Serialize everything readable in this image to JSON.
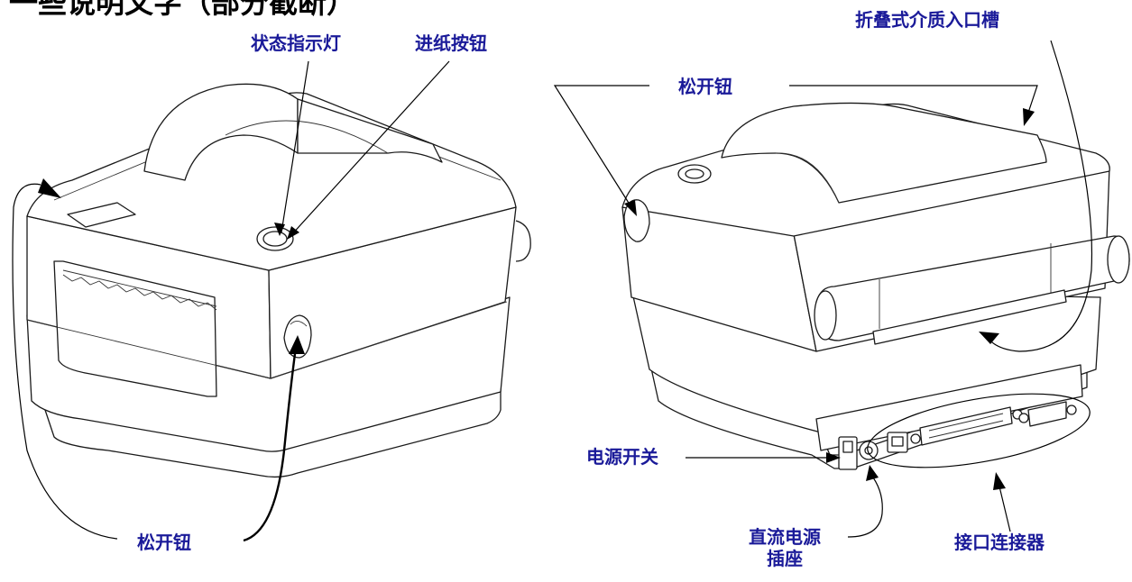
{
  "heading": "一些说明文字（部分截断）",
  "labels": {
    "status_light": "状态指示灯",
    "feed_button": "进纸按钮",
    "release_latch_left": "松开钮",
    "release_latch_right": "松开钮",
    "fanfold_slot": "折叠式介质入口槽",
    "power_switch": "电源开关",
    "dc_power_line1": "直流电源",
    "dc_power_line2": "插座",
    "interface_connectors": "接口连接器"
  },
  "colors": {
    "label_text": "#1a1a99",
    "outline": "#1a1a1a"
  }
}
